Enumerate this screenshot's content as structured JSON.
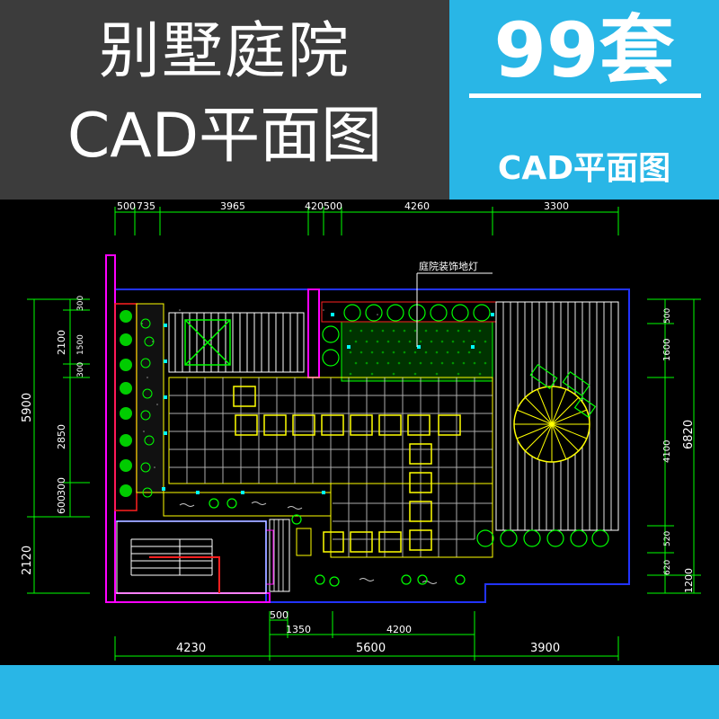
{
  "banner": {
    "title_line1": "别墅庭院",
    "title_line2": "CAD平面图",
    "count": "99套",
    "subtitle": "CAD平面图"
  },
  "plan": {
    "label_lamp": "庭院装饰地灯",
    "top_dims": [
      "500",
      "735",
      "3965",
      "420",
      "500",
      "4260",
      "3300"
    ],
    "bottom_dims_row1": [
      "500"
    ],
    "bottom_dims_row2": [
      "1350",
      "4200"
    ],
    "bottom_dims_row3": [
      "4230",
      "5600",
      "3900"
    ],
    "left_dims_outer": [
      "5900",
      "2120"
    ],
    "left_dims_inner": [
      "300",
      "2100",
      "1500",
      "300",
      "2850",
      "600",
      "300"
    ],
    "right_dims_inner": [
      "500",
      "1600",
      "4100",
      "520",
      "620",
      "1200"
    ],
    "right_dims_outer": [
      "6820"
    ]
  },
  "colors": {
    "banner_dark": "#3c3c3c",
    "banner_blue": "#29b6e6",
    "cad_green": "#00ff00",
    "cad_yellow": "#ffff00",
    "cad_magenta": "#ff00ff",
    "cad_blue": "#2233ff",
    "cad_red": "#ff2020"
  }
}
